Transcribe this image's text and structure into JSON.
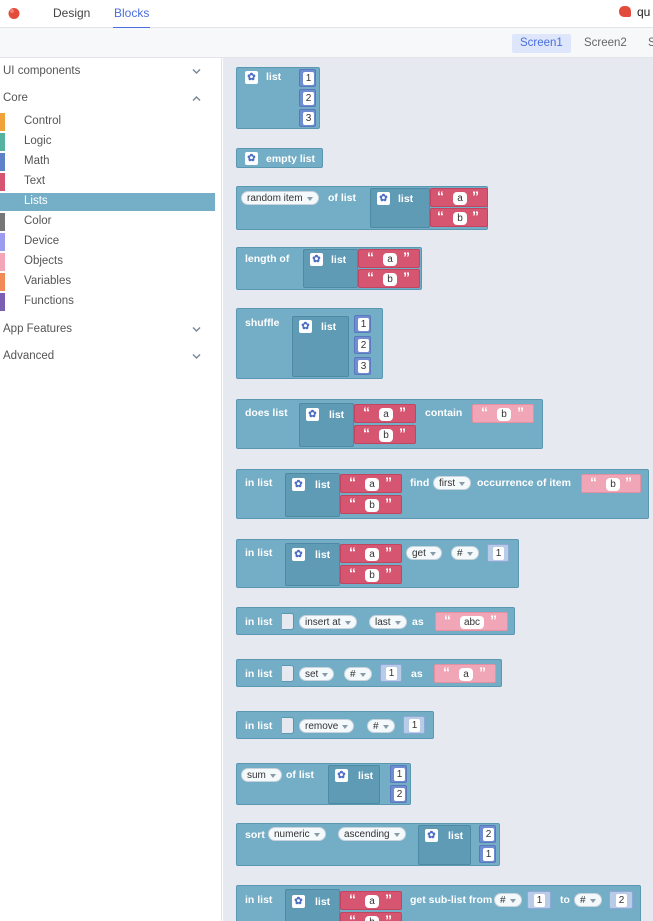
{
  "topbar": {
    "tabs": [
      "Design",
      "Blocks"
    ],
    "project_name": "qu"
  },
  "screens": [
    "Screen1",
    "Screen2",
    "S"
  ],
  "sidebar": {
    "ui_components": "UI components",
    "core": "Core",
    "items": [
      {
        "label": "Control",
        "color": "#f0a33a"
      },
      {
        "label": "Logic",
        "color": "#56b3a1"
      },
      {
        "label": "Math",
        "color": "#5e82c8"
      },
      {
        "label": "Text",
        "color": "#d65671"
      },
      {
        "label": "Lists",
        "color": "#74afc7"
      },
      {
        "label": "Color",
        "color": "#777777"
      },
      {
        "label": "Device",
        "color": "#9b9bef"
      },
      {
        "label": "Objects",
        "color": "#f2a6b8"
      },
      {
        "label": "Variables",
        "color": "#f08a56"
      },
      {
        "label": "Functions",
        "color": "#7b5fb3"
      }
    ],
    "app_features": "App Features",
    "advanced": "Advanced"
  },
  "colors": {
    "list_block": "#73adc6",
    "text_block": "#d65671",
    "number_block": "#6f8ed1",
    "accent": "#4a6fdc"
  },
  "blocks": {
    "list": "list",
    "empty_list": "empty list",
    "random_item": "random item",
    "of_list": "of list",
    "length_of": "length of",
    "shuffle": "shuffle",
    "does_list": "does list",
    "contain": "contain",
    "in_list": "in list",
    "find": "find",
    "first": "first",
    "occurrence_of_item": "occurrence of item",
    "get": "get",
    "hash": "#",
    "insert_at": "insert at",
    "last": "last",
    "as": "as",
    "set": "set",
    "remove": "remove",
    "sum": "sum",
    "sort": "sort",
    "numeric": "numeric",
    "ascending": "ascending",
    "get_sub_list_from": "get sub-list from",
    "to": "to",
    "n1": "1",
    "n2": "2",
    "n3": "3",
    "a": "a",
    "b": "b",
    "abc": "abc",
    "open_quote": "“",
    "close_quote": "”",
    "gear": "✿"
  }
}
